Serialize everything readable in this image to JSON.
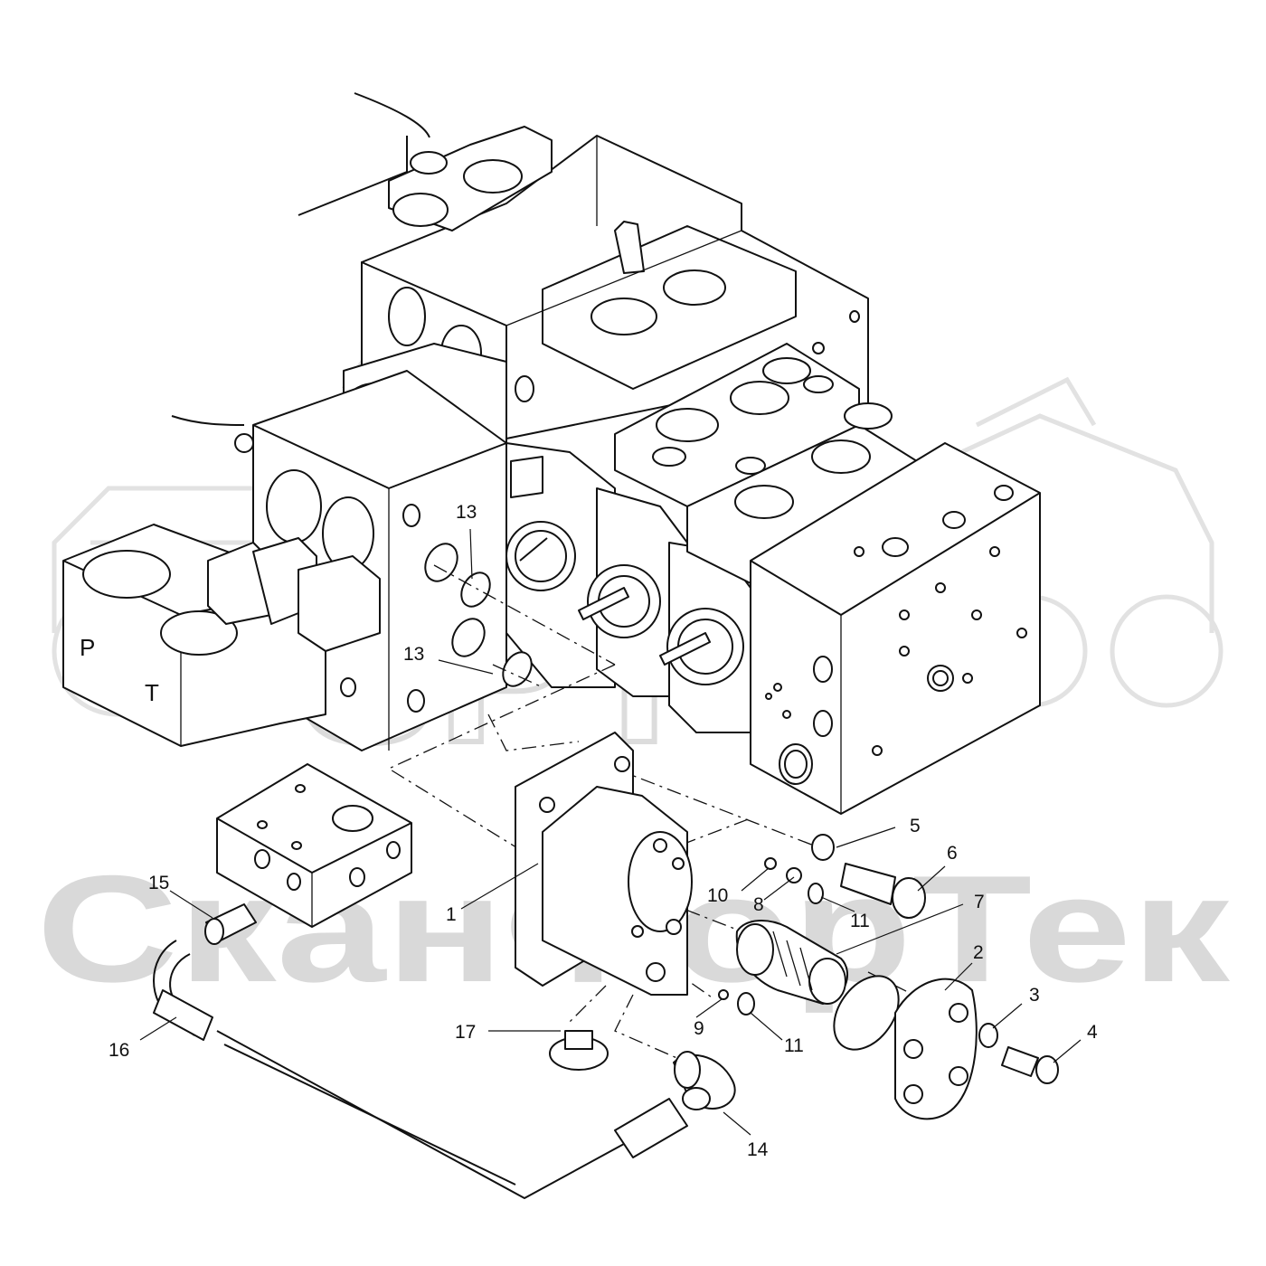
{
  "watermark": {
    "logo_text": "SPT",
    "brand_text": "СканФорТек"
  },
  "port_labels": {
    "p": "P",
    "t": "T"
  },
  "callouts": [
    {
      "id": "c1",
      "label": "1"
    },
    {
      "id": "c2",
      "label": "2"
    },
    {
      "id": "c3",
      "label": "3"
    },
    {
      "id": "c4",
      "label": "4"
    },
    {
      "id": "c5",
      "label": "5"
    },
    {
      "id": "c6",
      "label": "6"
    },
    {
      "id": "c7",
      "label": "7"
    },
    {
      "id": "c8",
      "label": "8"
    },
    {
      "id": "c9",
      "label": "9"
    },
    {
      "id": "c10",
      "label": "10"
    },
    {
      "id": "c11a",
      "label": "11"
    },
    {
      "id": "c11b",
      "label": "11"
    },
    {
      "id": "c13a",
      "label": "13"
    },
    {
      "id": "c13b",
      "label": "13"
    },
    {
      "id": "c14",
      "label": "14"
    },
    {
      "id": "c15",
      "label": "15"
    },
    {
      "id": "c16",
      "label": "16"
    },
    {
      "id": "c17",
      "label": "17"
    }
  ]
}
